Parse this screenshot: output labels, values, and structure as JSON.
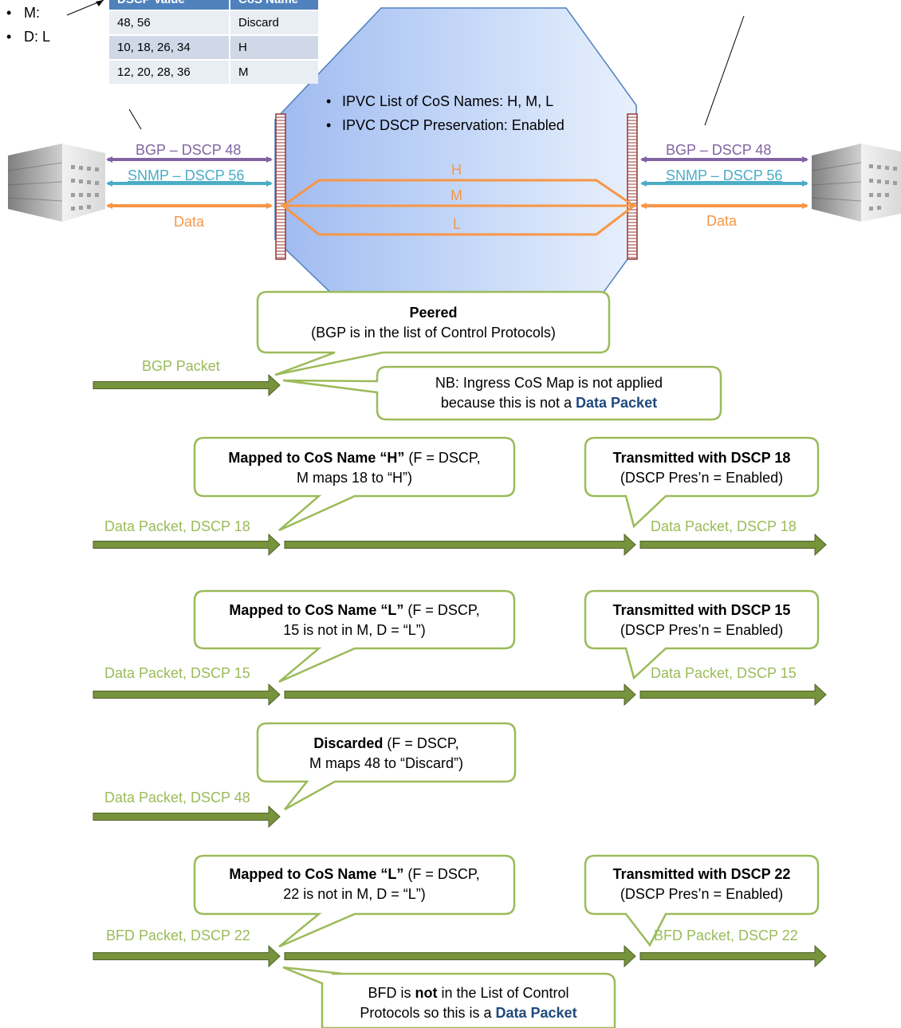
{
  "legend_bullets": [
    {
      "bullet": "•",
      "text": "M:"
    },
    {
      "bullet": "•",
      "text": "D: L"
    }
  ],
  "dscp_table": {
    "headers": [
      "DSCP Value",
      "CoS Name"
    ],
    "rows": [
      [
        "48, 56",
        "Discard"
      ],
      [
        "10, 18, 26, 34",
        "H"
      ],
      [
        "12, 20, 28, 36",
        "M"
      ]
    ]
  },
  "ipvc": {
    "bullets": [
      "IPVC List of CoS Names: H, M, L",
      "IPVC DSCP Preservation: Enabled"
    ],
    "cos_labels": [
      "H",
      "M",
      "L"
    ]
  },
  "flows_left": {
    "bgp": "BGP – DSCP 48",
    "snmp": "SNMP – DSCP 56",
    "data": "Data"
  },
  "flows_right": {
    "bgp": "BGP – DSCP 48",
    "snmp": "SNMP – DSCP 56",
    "data": "Data"
  },
  "scenario_bgp": {
    "packet_label": "BGP Packet",
    "callout_bold": "Peered",
    "callout_line2": "(BGP is in the list of Control Protocols)",
    "note_line1": "NB: Ingress CoS Map is not applied",
    "note_line2_pre": "because this is not a ",
    "note_line2_bold": "Data Packet"
  },
  "scenario_dscp18": {
    "packet_in": "Data Packet, DSCP 18",
    "packet_out": "Data Packet, DSCP 18",
    "callout_bold": "Mapped to CoS Name “H”",
    "callout_rest": " (F = DSCP,",
    "callout_line2": "M maps 18 to “H”)",
    "tx_bold": "Transmitted with DSCP 18",
    "tx_line2": "(DSCP Pres’n = Enabled)"
  },
  "scenario_dscp15": {
    "packet_in": "Data Packet, DSCP 15",
    "packet_out": "Data Packet, DSCP 15",
    "callout_bold": "Mapped to CoS Name “L”",
    "callout_rest": " (F = DSCP,",
    "callout_line2": "15 is not in M, D = “L”)",
    "tx_bold": "Transmitted with DSCP 15",
    "tx_line2": "(DSCP Pres’n = Enabled)"
  },
  "scenario_dscp48": {
    "packet_in": "Data Packet, DSCP 48",
    "callout_bold": "Discarded",
    "callout_rest": "  (F = DSCP,",
    "callout_line2": "M maps 48 to “Discard”)"
  },
  "scenario_bfd": {
    "packet_in": "BFD Packet, DSCP 22",
    "packet_out": "BFD Packet, DSCP 22",
    "callout_bold": "Mapped to CoS Name “L”",
    "callout_rest": " (F = DSCP,",
    "callout_line2": "22 is not in M, D = “L”)",
    "tx_bold": "Transmitted with DSCP 22",
    "tx_line2": "(DSCP Pres’n = Enabled)",
    "note_line1_pre": "BFD is ",
    "note_line1_bold": "not",
    "note_line1_post": " in the List of Control",
    "note_line2_pre": "Protocols so this is a ",
    "note_line2_bold": "Data Packet"
  },
  "colors": {
    "ipvc_fill": "#b9cff5",
    "uni_port": "#953735",
    "bgp": "#8064a2",
    "snmp": "#4bacc6",
    "data": "#f79646",
    "packet_arrow": "#77933c",
    "callout_border": "#9bbb59",
    "table_header": "#4f81bd"
  }
}
